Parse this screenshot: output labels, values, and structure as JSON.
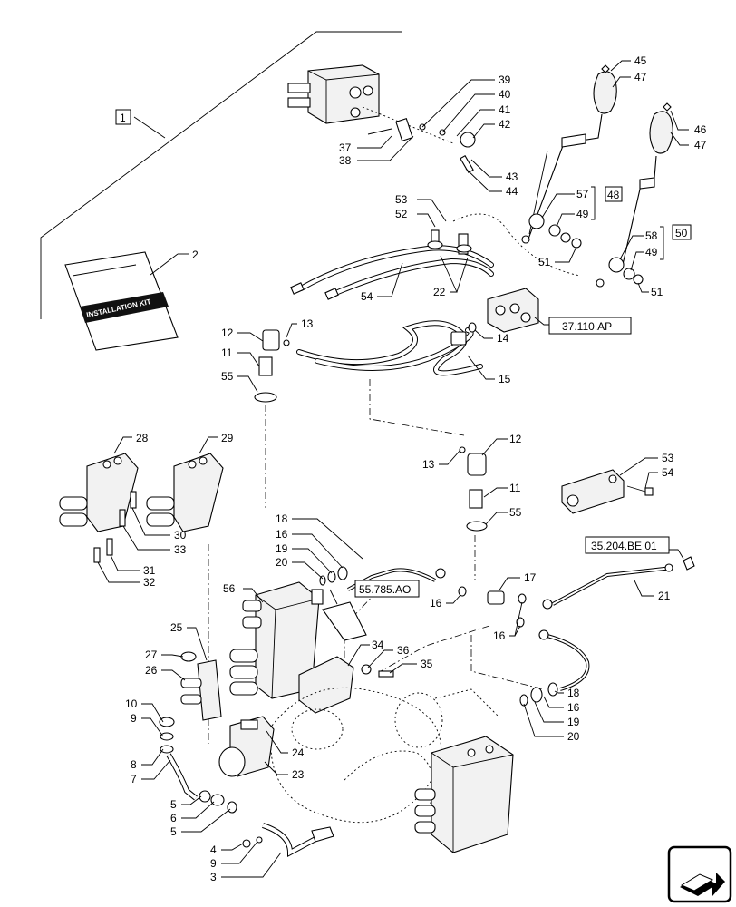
{
  "callouts": {
    "c1": "1",
    "c2": "2",
    "c3": "3",
    "c4": "4",
    "c5a": "5",
    "c5b": "5",
    "c6": "6",
    "c7": "7",
    "c8": "8",
    "c9a": "9",
    "c9b": "9",
    "c10": "10",
    "c11a": "11",
    "c11b": "11",
    "c12a": "12",
    "c12b": "12",
    "c13a": "13",
    "c13b": "13",
    "c14": "14",
    "c15": "15",
    "c16a": "16",
    "c16b": "16",
    "c16c": "16",
    "c16d": "16",
    "c17": "17",
    "c18a": "18",
    "c18b": "18",
    "c19a": "19",
    "c19b": "19",
    "c20a": "20",
    "c20b": "20",
    "c21": "21",
    "c22": "22",
    "c23": "23",
    "c24": "24",
    "c25": "25",
    "c26": "26",
    "c27": "27",
    "c28": "28",
    "c29": "29",
    "c30": "30",
    "c31": "31",
    "c32": "32",
    "c33": "33",
    "c34": "34",
    "c35": "35",
    "c36": "36",
    "c37": "37",
    "c38": "38",
    "c39": "39",
    "c40": "40",
    "c41": "41",
    "c42": "42",
    "c43": "43",
    "c44": "44",
    "c45": "45",
    "c46": "46",
    "c47a": "47",
    "c47b": "47",
    "c48": "48",
    "c49a": "49",
    "c49b": "49",
    "c50": "50",
    "c51a": "51",
    "c51b": "51",
    "c52": "52",
    "c53a": "53",
    "c53b": "53",
    "c54a": "54",
    "c54b": "54",
    "c55a": "55",
    "c55b": "55",
    "c56": "56",
    "c57": "57",
    "c58": "58"
  },
  "references": {
    "ref_37110": "37.110.AP",
    "ref_35204": "35.204.BE 01",
    "ref_55785": "55.785.AO"
  },
  "manual": {
    "cover_text": "INSTALLATION KIT"
  },
  "icons": {
    "corner_nav": "next-page-arrow-icon"
  }
}
